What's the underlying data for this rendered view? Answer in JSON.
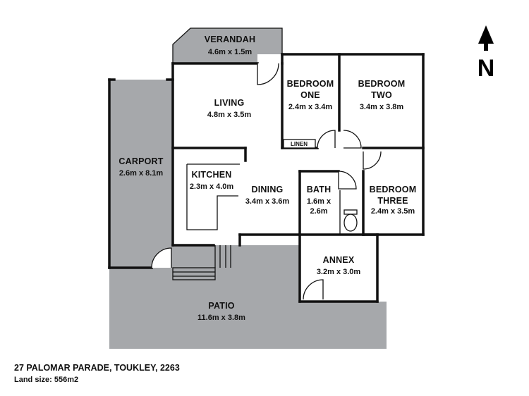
{
  "rooms": {
    "verandah": {
      "name": "VERANDAH",
      "dims": "4.6m x 1.5m"
    },
    "living": {
      "name": "LIVING",
      "dims": "4.8m x 3.5m"
    },
    "bedroom_one": {
      "name1": "BEDROOM",
      "name2": "ONE",
      "dims": "2.4m x 3.4m"
    },
    "bedroom_two": {
      "name1": "BEDROOM",
      "name2": "TWO",
      "dims": "3.4m x 3.8m"
    },
    "linen": {
      "name": "LINEN"
    },
    "carport": {
      "name": "CARPORT",
      "dims": "2.6m x 8.1m"
    },
    "kitchen": {
      "name": "KITCHEN",
      "dims": "2.3m x 4.0m"
    },
    "dining": {
      "name": "DINING",
      "dims": "3.4m x 3.6m"
    },
    "bath": {
      "name": "BATH",
      "dims1": "1.6m x",
      "dims2": "2.6m"
    },
    "bedroom_three": {
      "name1": "BEDROOM",
      "name2": "THREE",
      "dims": "2.4m x 3.5m"
    },
    "annex": {
      "name": "ANNEX",
      "dims": "3.2m x 3.0m"
    },
    "patio": {
      "name": "PATIO",
      "dims": "11.6m x 3.8m"
    }
  },
  "compass": {
    "label": "N"
  },
  "footer": {
    "address": "27 PALOMAR PARADE, TOUKLEY, 2263",
    "land_size": "Land size: 556m2"
  },
  "colors": {
    "outdoor_fill": "#a6a8ab",
    "wall": "#111111",
    "background": "#ffffff"
  }
}
